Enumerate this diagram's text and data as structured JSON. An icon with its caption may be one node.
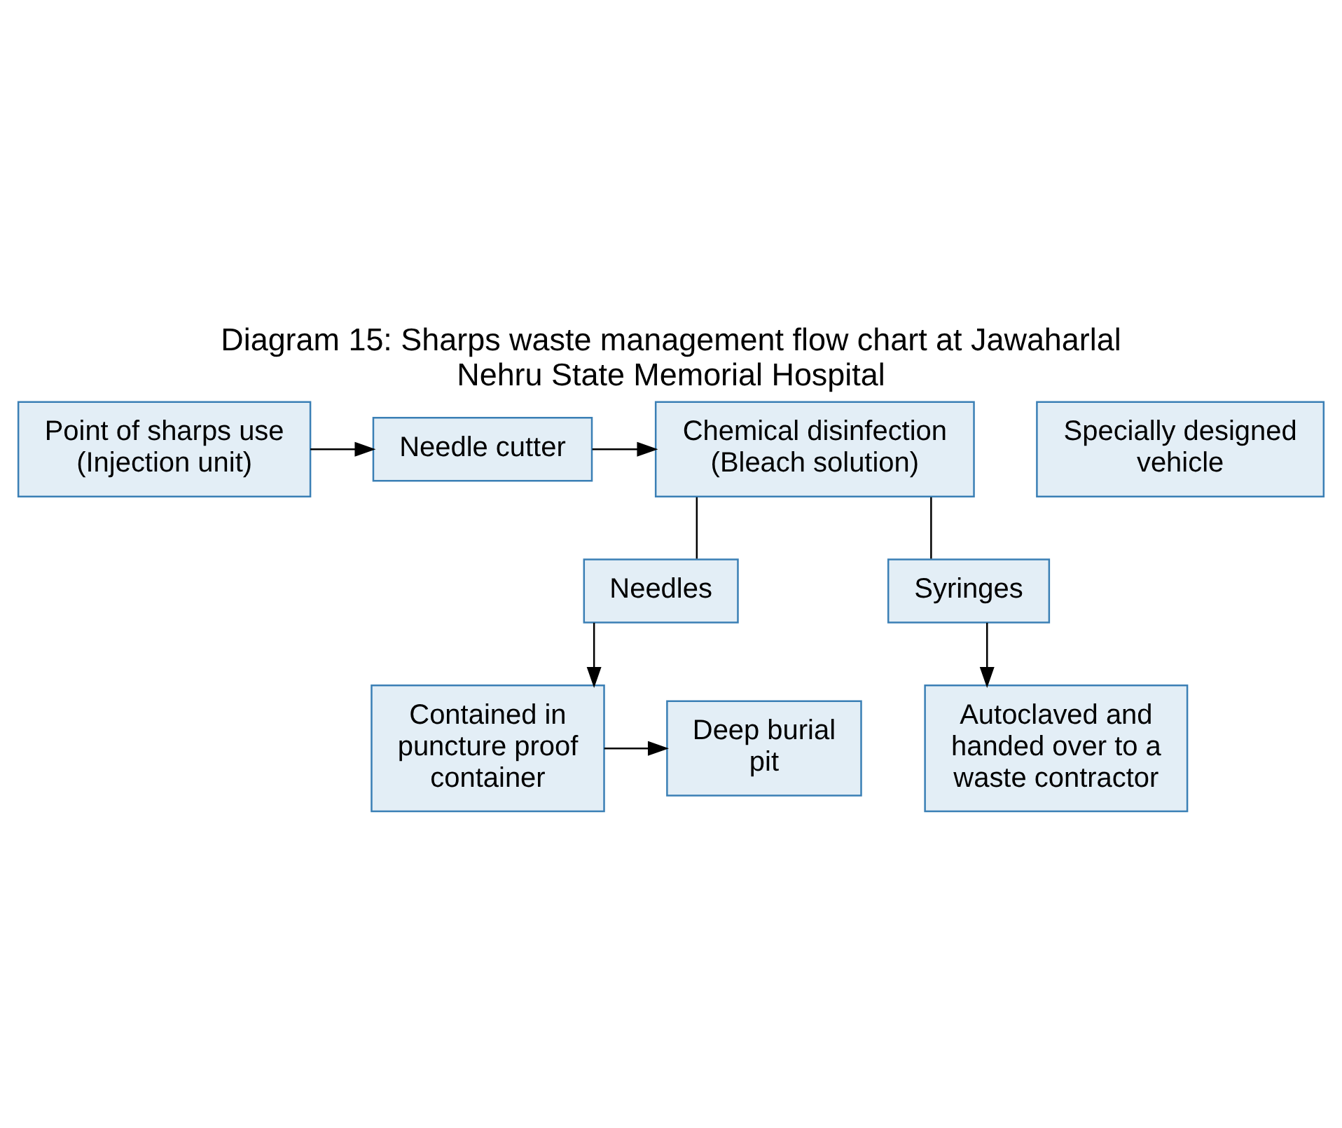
{
  "diagram": {
    "title": "Diagram 15: Sharps waste management flow chart at Jawaharlal Nehru State Memorial Hospital",
    "nodes": [
      {
        "text": [
          "Point of sharps use (Injection unit)"
        ]
      },
      {
        "text": [
          "Needle cutter"
        ]
      },
      {
        "text": [
          "Chemical disinfection (Bleach solution)"
        ]
      },
      {
        "text": [
          "Needles"
        ]
      },
      {
        "text": [
          "Syringes"
        ]
      },
      {
        "text": [
          "Deep burial pit"
        ]
      },
      {
        "text": [
          "Contained in puncture proof container"
        ]
      },
      {
        "text": [
          "Specially designed vehicle"
        ]
      },
      {
        "text": [
          "Autoclaved and handed over to a waste contractor"
        ]
      }
    ],
    "edges": [
      {
        "from": 0,
        "to": 1,
        "arrow": "to"
      },
      {
        "from": 1,
        "to": 2,
        "arrow": "to"
      },
      {
        "from": 2,
        "to": 3,
        "arrow": "none"
      },
      {
        "from": 2,
        "to": 4,
        "arrow": "none"
      },
      {
        "from": 3,
        "to": 6,
        "arrow": "to"
      },
      {
        "from": 6,
        "to": 5,
        "arrow": "to"
      },
      {
        "from": 4,
        "to": 8,
        "arrow": "to"
      }
    ]
  }
}
